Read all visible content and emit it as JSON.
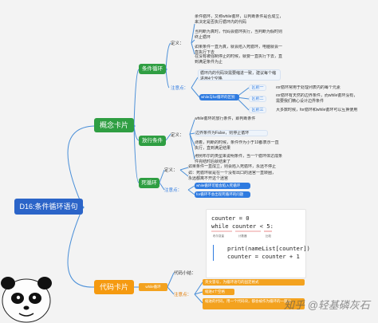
{
  "root": "D16:条件循环语句",
  "concept_card": "概念卡片",
  "code_card": "代码卡片",
  "loop": {
    "title": "条件循环",
    "def_label": "定义：",
    "def_lines": [
      "条件循环，又称while循环，以判断条件是否成立，来决定是否执行循环内的代码",
      "当判断为真时，代码会循环执行，当判断为假时则终止循环"
    ],
    "note_example": "如果条件一直为真，就会陷入死循环，电脑就会一直执行下去",
    "note_example2": "在没有被强制停止的时候，就要一直执行下去，直到满足条件为止",
    "attention_label": "注意点：",
    "attention_line": "循环内的代码块需要缩进一致，建议每个缩进用4个空格",
    "while_vs_for": "while与for循环的区别",
    "diffs": [
      {
        "tag": "区别一",
        "text": "for循环常用于处理列表内的每个元素"
      },
      {
        "tag": "区别二",
        "text": "for循环有天然的边界条件，而while循环没有，需要我们精心设计边界条件"
      },
      {
        "tag": "区别三",
        "text": "大多数时候，for循环和while循环可以互换使用"
      }
    ]
  },
  "cond": {
    "title": "放行条件",
    "def_label": "定义：",
    "lines": [
      "while循环的放行条件，即判断条件",
      "边界条件为False，则停止循环",
      "随着，判断的时候，条件作为小于10都表示一直执行，直到满足结果"
    ],
    "note": "用例布尔的类型来说明条件，当一个循环体达成条件完结时后就结束了"
  },
  "deadloop": {
    "title": "死循环",
    "def_label": "定义：",
    "lines": [
      "如果条件一直成立，则会陷入死循环，永远不停止",
      "如：死循环就是在一个没有出口的迷宫一直转圈，永远都离不开这个迷宫"
    ],
    "attention_label": "注意点：",
    "bars": [
      "while循环可能会陷入死循环",
      "for循环不会出现死循环的问题"
    ]
  },
  "code": {
    "lines": [
      "counter = 0",
      "while counter < 5:",
      "print(nameList[counter])",
      "counter = counter + 1"
    ],
    "annotations": [
      "布尔变量",
      "计数器",
      "比较"
    ]
  },
  "while_loop_node": "while循环",
  "code_subtitle": "代码小结：",
  "code_attention": "注意点：",
  "code_notes": [
    "英文冒号，为循环语句的固定格式",
    "缩进4个空格",
    "缩进的代码，用一个代码块，都会被作为循环的一部分"
  ],
  "watermark": "知乎 @轻基磷灰石",
  "avatar_icon": "panda-meme-icon"
}
